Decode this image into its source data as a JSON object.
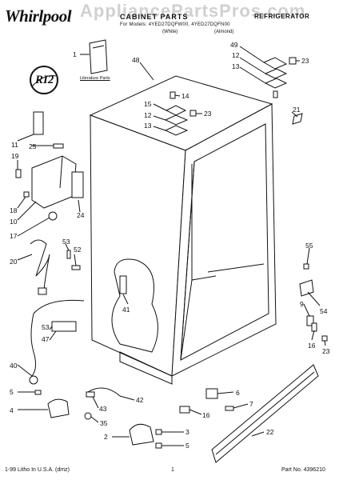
{
  "header": {
    "brand": "Whirlpool",
    "watermark": "AppliancePartsPros.com",
    "title": "CABINET PARTS",
    "category": "REFRIGERATOR",
    "model_line": "For Models: 4YED27DQFW00, 4YED27DQFN00",
    "variant_white": "(White)",
    "variant_almond": "(Almond)"
  },
  "literature_label": "Literature Parts",
  "logo_badge": "RI2",
  "callouts": [
    "1",
    "48",
    "49",
    "12",
    "13",
    "23",
    "14",
    "15",
    "12",
    "13",
    "23",
    "21",
    "11",
    "25",
    "19",
    "18",
    "10",
    "17",
    "24",
    "20",
    "53",
    "52",
    "41",
    "55",
    "9",
    "54",
    "16",
    "23",
    "53",
    "47",
    "40",
    "5",
    "4",
    "7",
    "6",
    "16",
    "42",
    "43",
    "35",
    "2",
    "3",
    "5",
    "22"
  ],
  "footer": {
    "left": "1-99 Litho In U.S.A. (dmz)",
    "center": "1",
    "right": "Part No. 4396210"
  }
}
